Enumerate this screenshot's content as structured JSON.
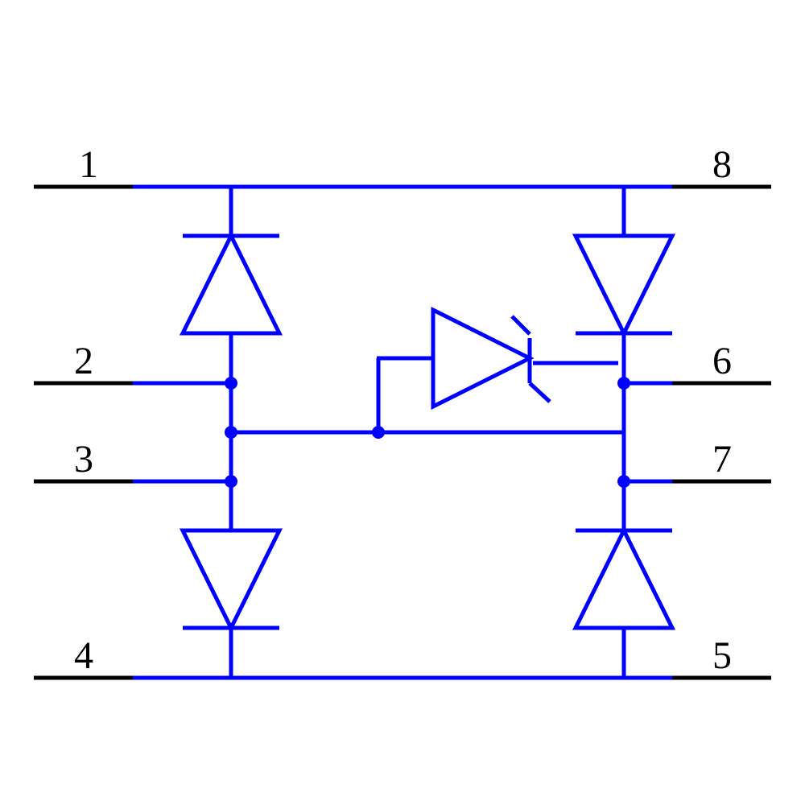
{
  "colors": {
    "circuit": "#0000ff",
    "pin_lead": "#000000",
    "label": "#000000",
    "background": "#ffffff"
  },
  "pins": {
    "p1": "1",
    "p2": "2",
    "p3": "3",
    "p4": "4",
    "p5": "5",
    "p6": "6",
    "p7": "7",
    "p8": "8"
  },
  "components": {
    "diodes": [
      "diode-left-top",
      "diode-left-bottom",
      "diode-right-top",
      "diode-right-bottom"
    ],
    "transistor": "transistor-icon"
  }
}
